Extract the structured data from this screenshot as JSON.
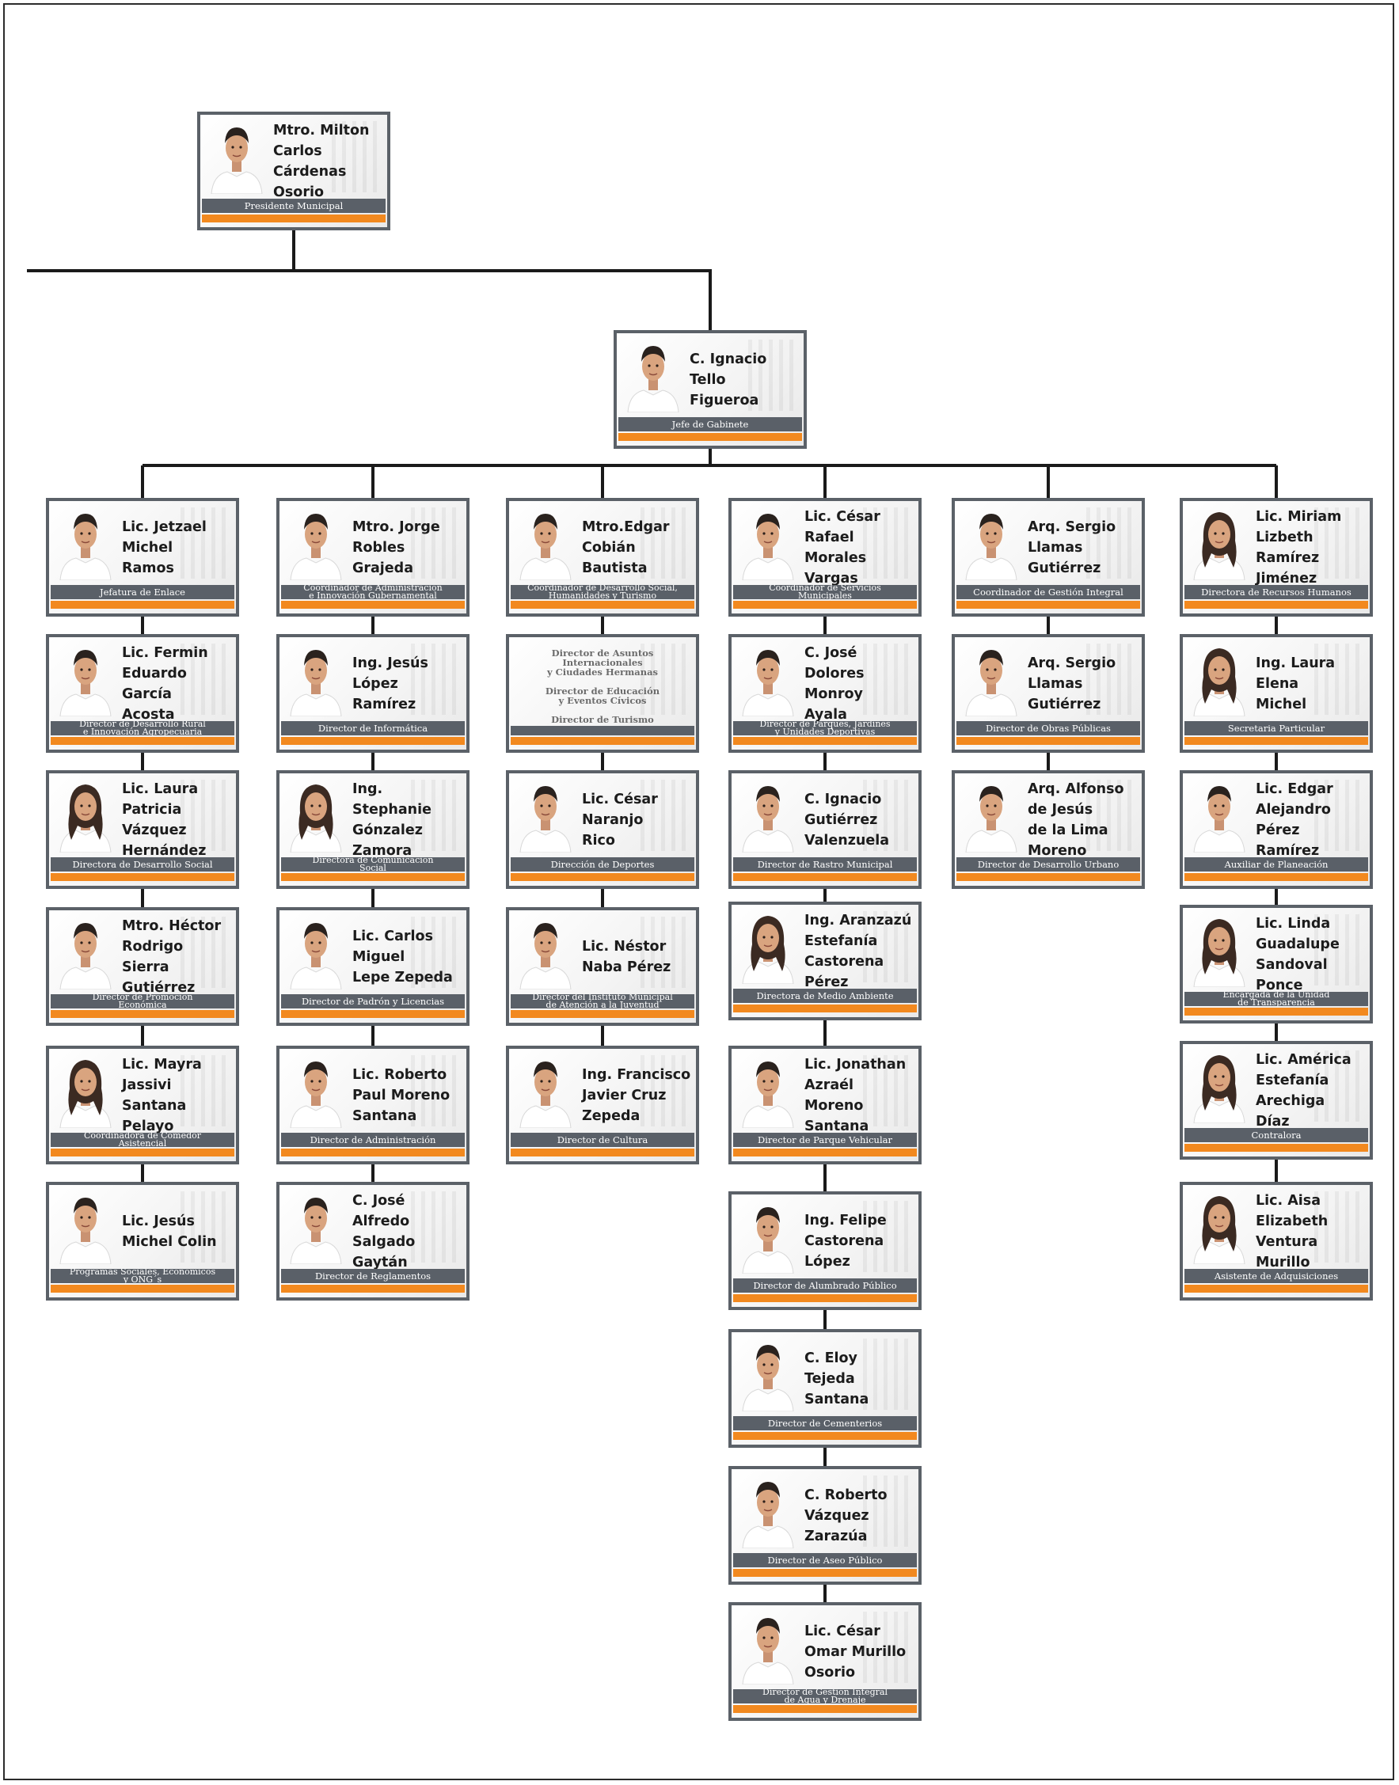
{
  "colors": {
    "card_border": "#5b6168",
    "role_bar": "#5a6068",
    "accent": "#f2891f",
    "connector": "#1a1a1a"
  },
  "president": {
    "id": "pres",
    "name": "Mtro. Milton\nCarlos Cárdenas\nOsorio",
    "role": "Presidente Municipal",
    "gender": "m"
  },
  "chief": {
    "id": "chief",
    "name": "C. Ignacio Tello\nFigueroa",
    "role": "Jefe de Gabinete",
    "gender": "m"
  },
  "columns": [
    {
      "id": "c1",
      "cards": [
        {
          "name": "Lic. Jetzael\nMichel\nRamos",
          "role": "Jefatura de Enlace",
          "gender": "m"
        },
        {
          "name": "Lic. Fermin\nEduardo\nGarcía\nAcosta",
          "role": "Director de Desarrollo Rural\ne Innovación Agropecuaria",
          "gender": "m"
        },
        {
          "name": "Lic. Laura\nPatricia\nVázquez\nHernández",
          "role": "Directora de Desarrollo Social",
          "gender": "f"
        },
        {
          "name": "Mtro. Héctor\nRodrigo\nSierra\nGutiérrez",
          "role": "Director de Promoción\nEconómica",
          "gender": "m"
        },
        {
          "name": "Lic. Mayra\nJassivi\nSantana\nPelayo",
          "role": "Coordinadora de Comedor\nAsistencial",
          "gender": "f"
        },
        {
          "name": "Lic. Jesús\nMichel Colin",
          "role": "Programas Sociales, Economicos\ny ONG´s",
          "gender": "m"
        }
      ]
    },
    {
      "id": "c2",
      "cards": [
        {
          "name": "Mtro. Jorge\nRobles\nGrajeda",
          "role": "Coordinador de Administración\ne Innovación Gubernamental",
          "gender": "m"
        },
        {
          "name": "Ing. Jesús\nLópez\nRamírez",
          "role": "Director de Informática",
          "gender": "m"
        },
        {
          "name": "Ing. Stephanie\nGónzalez\nZamora",
          "role": "Directora de Comunicación\nSocial",
          "gender": "f"
        },
        {
          "name": "Lic. Carlos\nMiguel\nLepe Zepeda",
          "role": "Director de Padrón y Licencias",
          "gender": "m"
        },
        {
          "name": "Lic. Roberto\nPaul Moreno\nSantana",
          "role": "Director de Administración",
          "gender": "m"
        },
        {
          "name": "C. José Alfredo\nSalgado Gaytán",
          "role": "Director de Reglamentos",
          "gender": "m"
        }
      ]
    },
    {
      "id": "c3",
      "cards": [
        {
          "name": "Mtro.Edgar\nCobián\nBautista",
          "role": "Coordinador de Desarrollo Social,\nHumanidades y Turismo",
          "gender": "m"
        },
        {
          "text_only": true,
          "lines": [
            "Director de Asuntos Internacionales\ny Ciudades Hermanas",
            "Director de Educación\ny Eventos Cívicos",
            "Director de Turismo"
          ]
        },
        {
          "name": "Lic. César\nNaranjo\nRico",
          "role": "Dirección de Deportes",
          "gender": "m"
        },
        {
          "name": "Lic. Néstor\nNaba Pérez",
          "role": "Director del Instituto Municipal\nde Atención a la Juventud",
          "gender": "m"
        },
        {
          "name": "Ing. Francisco\nJavier Cruz\nZepeda",
          "role": "Director de Cultura",
          "gender": "m"
        }
      ]
    },
    {
      "id": "c4",
      "cards": [
        {
          "name": "Lic. César\nRafael\nMorales\nVargas",
          "role": "Coordinador de Servicios\nMunicipales",
          "gender": "m"
        },
        {
          "name": "C. José Dolores\nMonroy\nAyala",
          "role": "Director de Parques, Jardines\ny Unidades Deportivas",
          "gender": "m"
        },
        {
          "name": "C. Ignacio\nGutiérrez\nValenzuela",
          "role": "Director de Rastro Municipal",
          "gender": "m"
        },
        {
          "name": "Ing. Aranzazú\nEstefanía\nCastorena\nPérez",
          "role": "Directora de Medio Ambiente",
          "gender": "f"
        },
        {
          "name": "Lic. Jonathan\nAzraél Moreno\nSantana",
          "role": "Director de Parque Vehicular",
          "gender": "m"
        },
        {
          "name": "Ing. Felipe\nCastorena\nLópez",
          "role": "Director de Alumbrado Público",
          "gender": "m"
        },
        {
          "name": "C. Eloy\nTejeda\nSantana",
          "role": "Director de Cementerios",
          "gender": "m"
        },
        {
          "name": "C. Roberto\nVázquez\nZarazúa",
          "role": "Director de Aseo Público",
          "gender": "m"
        },
        {
          "name": "Lic. César\nOmar Murillo\nOsorio",
          "role": "Director de Gestión Integral\nde Agua y Drenaje",
          "gender": "m"
        }
      ]
    },
    {
      "id": "c5",
      "cards": [
        {
          "name": "Arq. Sergio\nLlamas\nGutiérrez",
          "role": "Coordinador de Gestión Integral",
          "gender": "m"
        },
        {
          "name": "Arq. Sergio\nLlamas\nGutiérrez",
          "role": "Director de Obras Públicas",
          "gender": "m"
        },
        {
          "name": "Arq. Alfonso\nde Jesús\nde la Lima\nMoreno",
          "role": "Director de Desarrollo Urbano",
          "gender": "m"
        }
      ]
    },
    {
      "id": "c6",
      "cards": [
        {
          "name": "Lic. Miriam\nLizbeth Ramírez\nJiménez",
          "role": "Directora de Recursos Humanos",
          "gender": "f"
        },
        {
          "name": "Ing. Laura\nElena\nMichel",
          "role": "Secretaria Particular",
          "gender": "f"
        },
        {
          "name": "Lic. Edgar\nAlejandro\nPérez\nRamírez",
          "role": "Auxiliar de Planeación",
          "gender": "m"
        },
        {
          "name": "Lic. Linda\nGuadalupe\nSandoval Ponce",
          "role": "Encargada de la Unidad\nde Transparencia",
          "gender": "f"
        },
        {
          "name": "Lic. América\nEstefanía\nArechiga\nDíaz",
          "role": "Contralora",
          "gender": "f"
        },
        {
          "name": "Lic. Aisa\nElizabeth\nVentura\nMurillo",
          "role": "Asistente de Adquisiciones",
          "gender": "f"
        }
      ]
    }
  ]
}
